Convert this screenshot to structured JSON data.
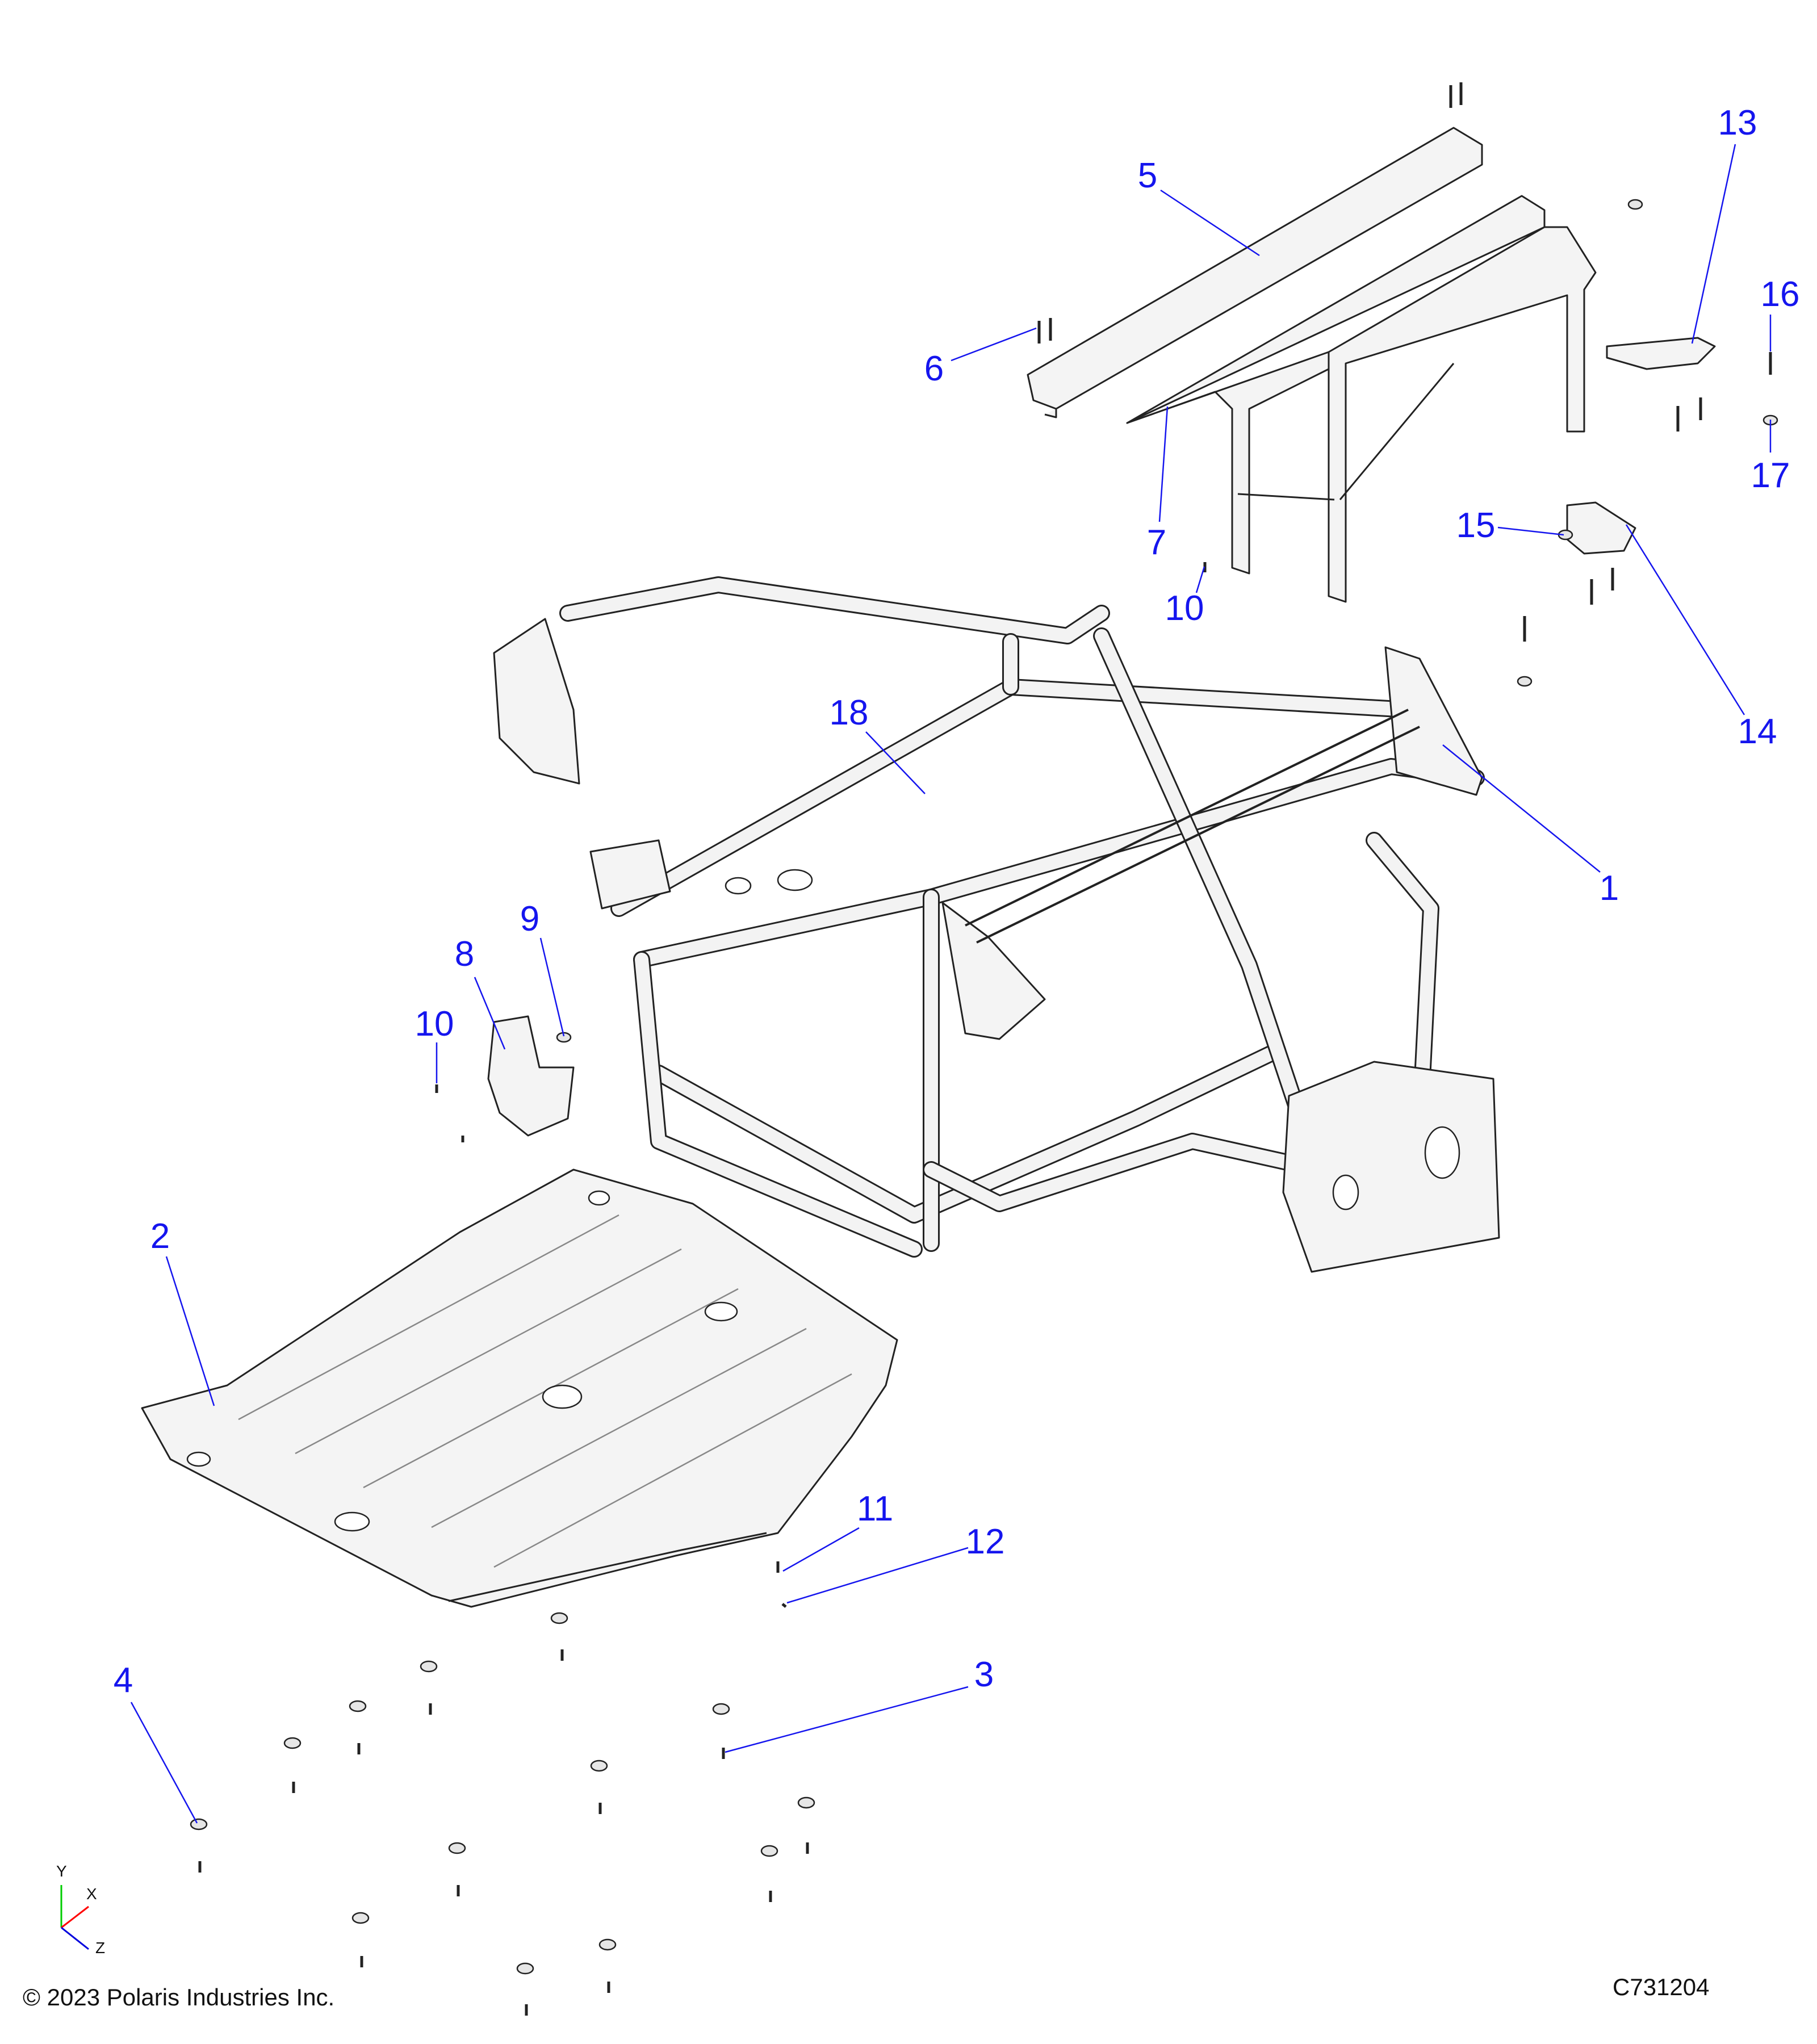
{
  "diagram": {
    "callouts": [
      "1",
      "2",
      "3",
      "4",
      "5",
      "6",
      "7",
      "8",
      "9",
      "10",
      "10",
      "11",
      "12",
      "13",
      "14",
      "15",
      "16",
      "17",
      "18"
    ],
    "axes": {
      "x": "X",
      "y": "Y",
      "z": "Z"
    },
    "copyright": "© 2023 Polaris Industries Inc.",
    "drawing_id": "C731204",
    "colors": {
      "callout": "#1515ee",
      "axis_x": "#ff0000",
      "axis_y": "#00cc00",
      "axis_z": "#0000dd"
    }
  }
}
